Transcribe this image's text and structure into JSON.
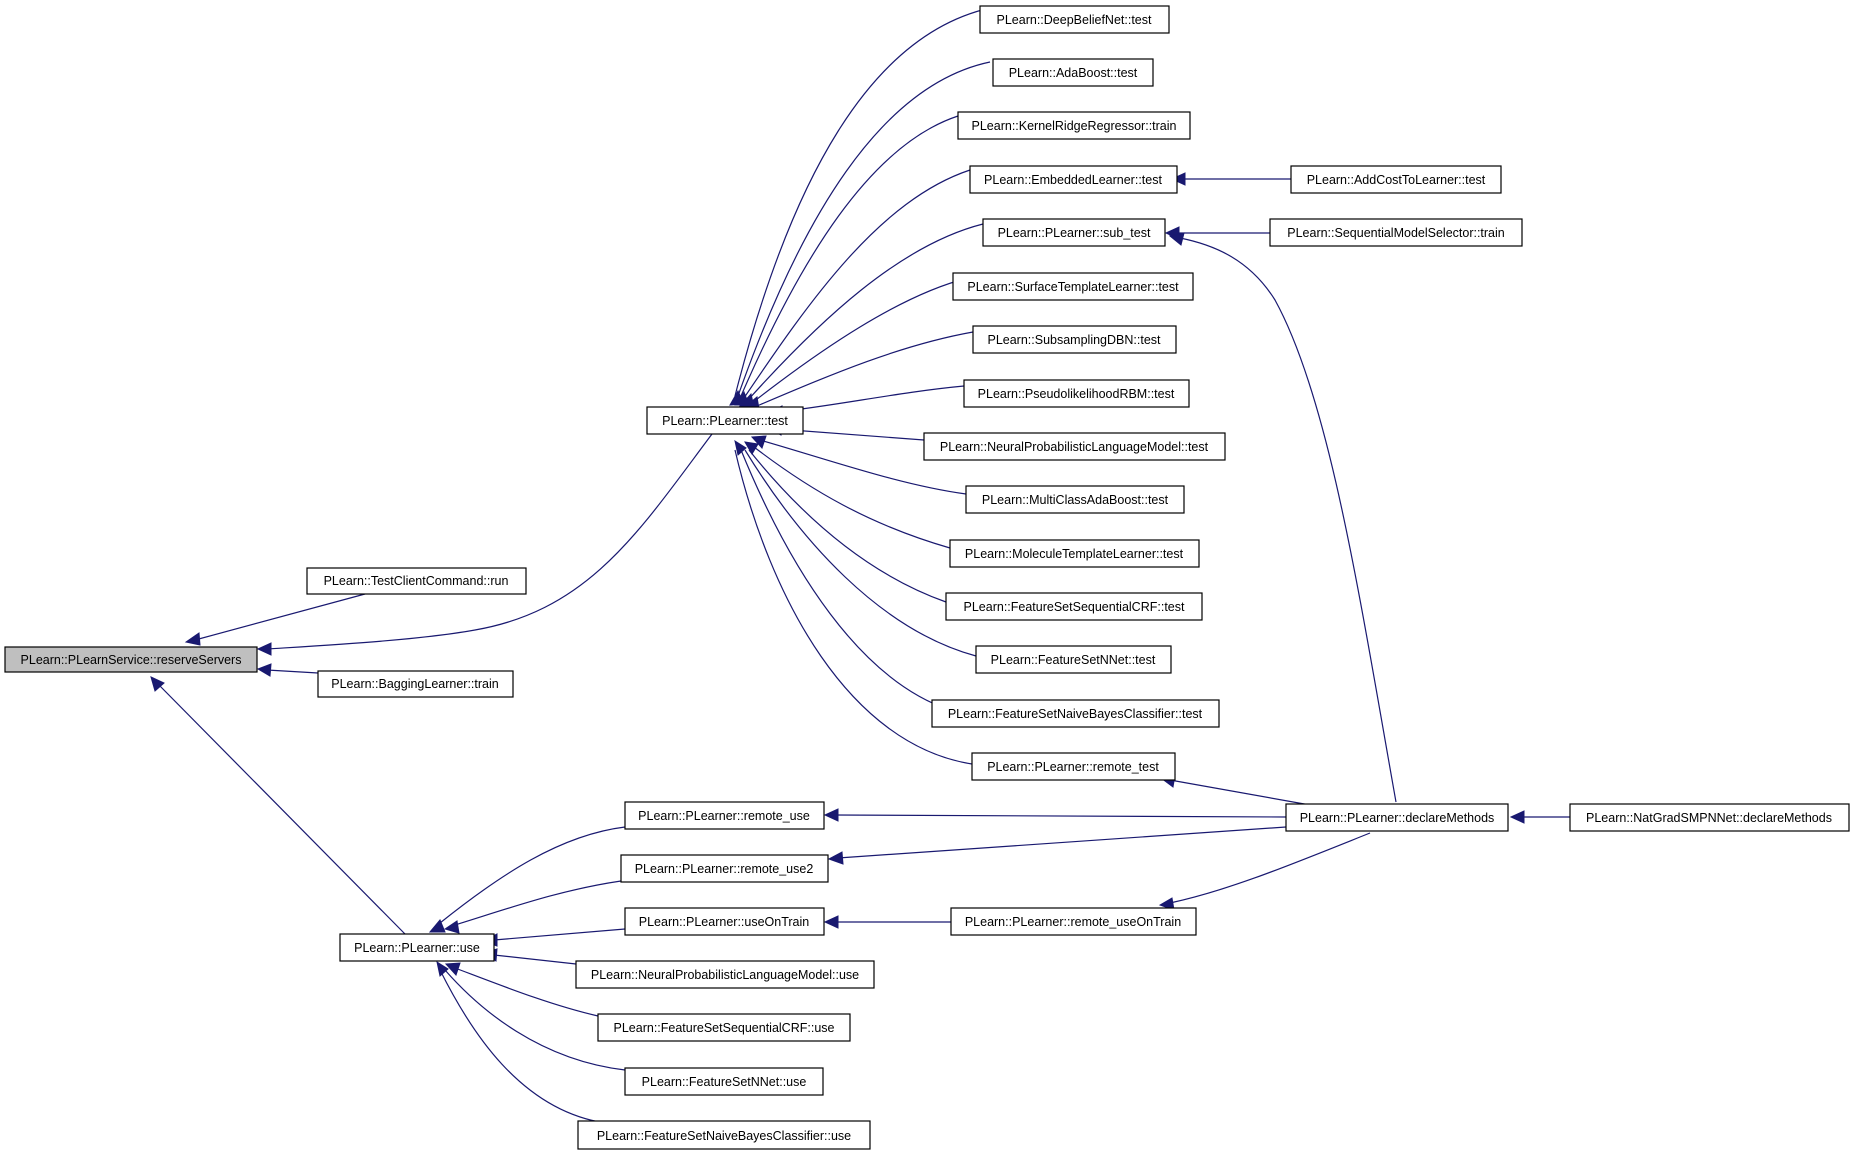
{
  "colors": {
    "edge": "#191970",
    "root_fill": "#bfbfbf",
    "node_fill": "#ffffff",
    "border": "#000000"
  },
  "nodes": {
    "root": "PLearn::PLearnService::reserveServers",
    "testclient": "PLearn::TestClientCommand::run",
    "bagging": "PLearn::BaggingLearner::train",
    "ptest": "PLearn::PLearner::test",
    "puse": "PLearn::PLearner::use",
    "dbn": "PLearn::DeepBeliefNet::test",
    "ada": "PLearn::AdaBoost::test",
    "krr": "PLearn::KernelRidgeRegressor::train",
    "emb": "PLearn::EmbeddedLearner::test",
    "subtest": "PLearn::PLearner::sub_test",
    "surf": "PLearn::SurfaceTemplateLearner::test",
    "subdbn": "PLearn::SubsamplingDBN::test",
    "pseudo": "PLearn::PseudolikelihoodRBM::test",
    "nplm_t": "PLearn::NeuralProbabilisticLanguageModel::test",
    "mcab": "PLearn::MultiClassAdaBoost::test",
    "mol": "PLearn::MoleculeTemplateLearner::test",
    "fscrf_t": "PLearn::FeatureSetSequentialCRF::test",
    "fsnn_t": "PLearn::FeatureSetNNet::test",
    "fsnb_t": "PLearn::FeatureSetNaiveBayesClassifier::test",
    "rtest": "PLearn::PLearner::remote_test",
    "ruse": "PLearn::PLearner::remote_use",
    "ruse2": "PLearn::PLearner::remote_use2",
    "useontrain": "PLearn::PLearner::useOnTrain",
    "nplm_u": "PLearn::NeuralProbabilisticLanguageModel::use",
    "fscrf_u": "PLearn::FeatureSetSequentialCRF::use",
    "fsnn_u": "PLearn::FeatureSetNNet::use",
    "fsnb_u": "PLearn::FeatureSetNaiveBayesClassifier::use",
    "addcost": "PLearn::AddCostToLearner::test",
    "seqsel": "PLearn::SequentialModelSelector::train",
    "declare": "PLearn::PLearner::declareMethods",
    "ruseontrain": "PLearn::PLearner::remote_useOnTrain",
    "natgrad": "PLearn::NatGradSMPNNet::declareMethods"
  }
}
